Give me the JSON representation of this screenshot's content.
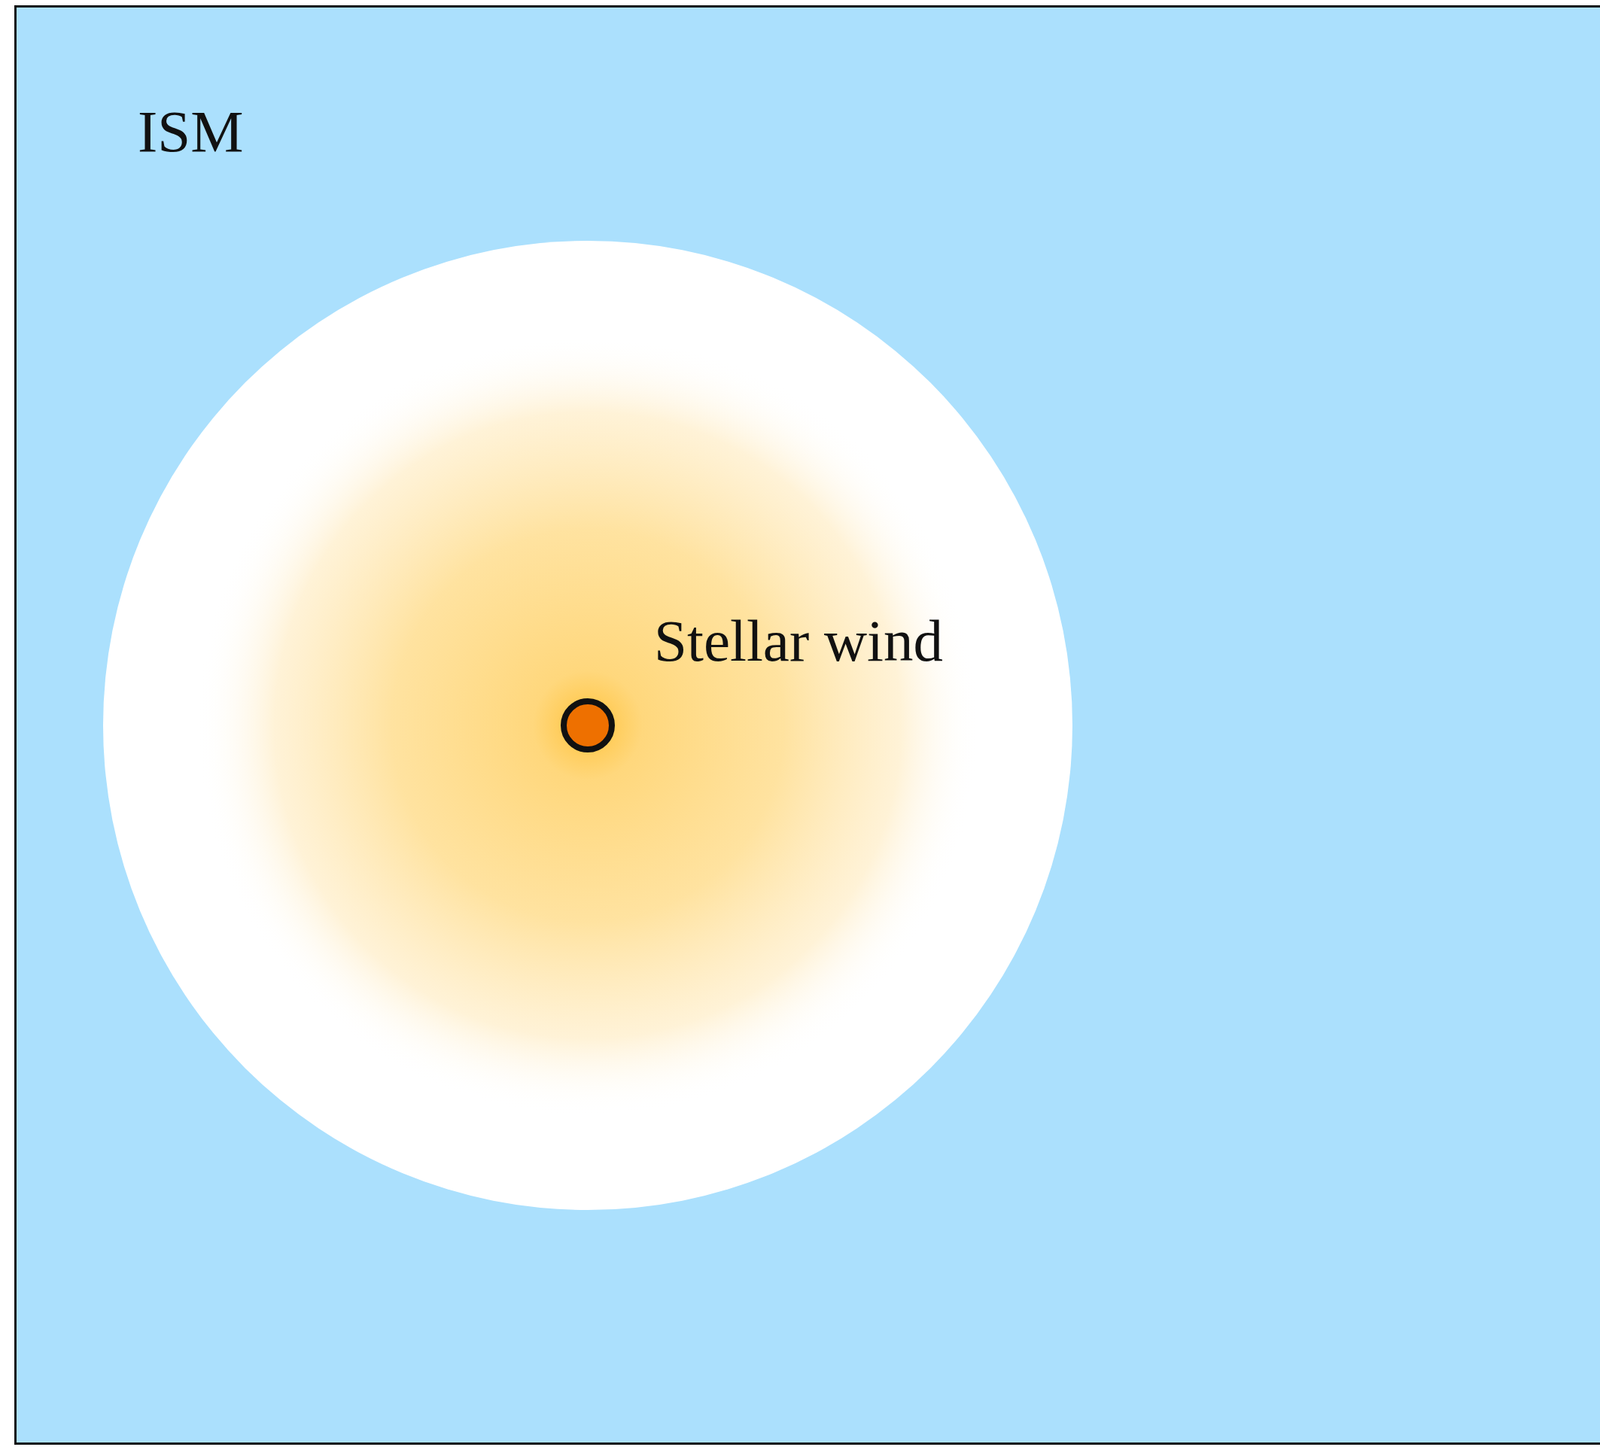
{
  "diagram": {
    "nodes": [
      {
        "text": [
          "ISM"
        ]
      },
      {
        "text": [
          "Stellar wind"
        ],
        "in": 0
      }
    ]
  }
}
